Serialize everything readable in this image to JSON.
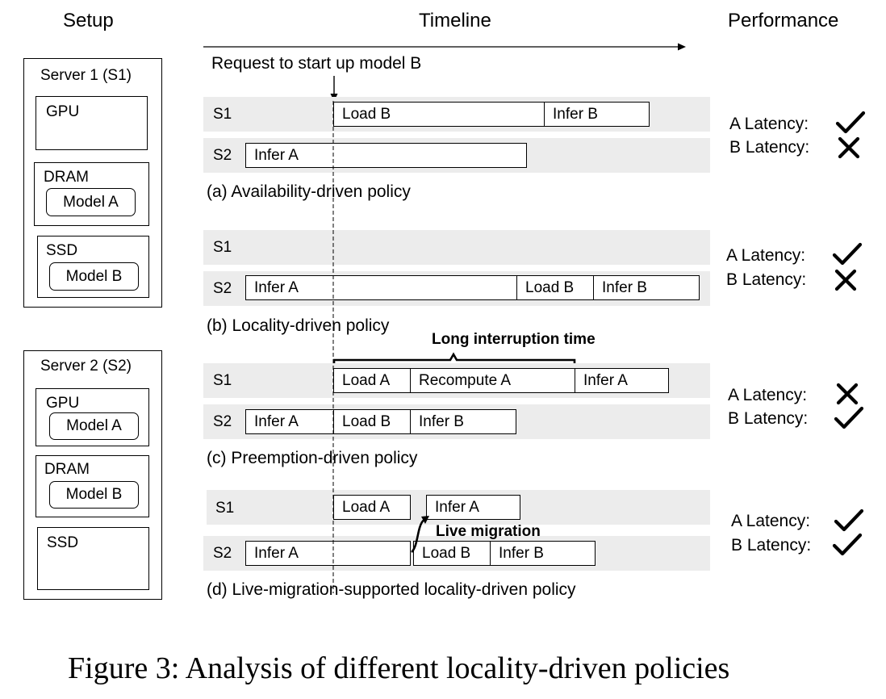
{
  "headers": {
    "setup": "Setup",
    "timeline": "Timeline",
    "performance": "Performance"
  },
  "setup": {
    "server1": {
      "title": "Server 1 (S1)",
      "gpu": "GPU",
      "dram": "DRAM",
      "dram_model": "Model A",
      "ssd": "SSD",
      "ssd_model": "Model B"
    },
    "server2": {
      "title": "Server 2 (S2)",
      "gpu": "GPU",
      "gpu_model": "Model A",
      "dram": "DRAM",
      "dram_model": "Model B",
      "ssd": "SSD"
    }
  },
  "request_label": "Request to start up model B",
  "row_labels": {
    "s1": "S1",
    "s2": "S2"
  },
  "policies": [
    {
      "caption": "(a) Availability-driven policy",
      "s1_segments": [
        "Load B",
        "Infer B"
      ],
      "s2_segments": [
        "Infer A"
      ],
      "a_latency": "A Latency:",
      "a_ok": true,
      "b_latency": "B Latency:",
      "b_ok": false
    },
    {
      "caption": "(b) Locality-driven policy",
      "s1_segments": [],
      "s2_segments": [
        "Infer A",
        "Load B",
        "Infer B"
      ],
      "a_latency": "A Latency:",
      "a_ok": true,
      "b_latency": "B Latency:",
      "b_ok": false
    },
    {
      "caption": "(c) Preemption-driven policy",
      "annotation": "Long interruption time",
      "s1_segments": [
        "Load A",
        "Recompute A",
        "Infer A"
      ],
      "s2_segments": [
        "Infer A",
        "Load B",
        "Infer B"
      ],
      "a_latency": "A Latency:",
      "a_ok": false,
      "b_latency": "B Latency:",
      "b_ok": true
    },
    {
      "caption": "(d) Live-migration-supported locality-driven policy",
      "annotation": "Live migration",
      "s1_segments": [
        "Load A",
        "Infer A"
      ],
      "s2_segments": [
        "Infer A",
        "Load B",
        "Infer B"
      ],
      "a_latency": "A Latency:",
      "a_ok": true,
      "b_latency": "B Latency:",
      "b_ok": true
    }
  ],
  "figure_caption": "Figure 3: Analysis of different locality-driven policies",
  "icons": {
    "ok": "check-icon",
    "bad": "cross-icon"
  }
}
